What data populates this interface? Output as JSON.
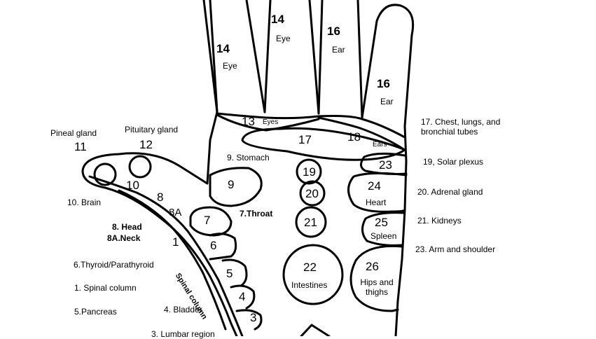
{
  "zones": {
    "z14a_num": "14",
    "z14a_name": "Eye",
    "z14b_num": "14",
    "z14b_name": "Eye",
    "z16a_num": "16",
    "z16a_name": "Ear",
    "z16b_num": "16",
    "z16b_name": "Ear",
    "z13_num": "13",
    "z13_name": "Eyes",
    "z17_num": "17",
    "z18_num": "18",
    "z18_name": "Ears",
    "z11_num": "11",
    "z12_num": "12",
    "z10_num": "10",
    "z8_num": "8",
    "z8a_num": "8A",
    "z9_num": "9",
    "z7_num": "7",
    "z1_num": "1",
    "spinal": "Spinal column",
    "z6_num": "6",
    "z5_num": "5",
    "z4_num": "4",
    "z3_num": "3",
    "z19_num": "19",
    "z20_num": "20",
    "z21_num": "21",
    "z22_num": "22",
    "z22_name": "Intestines",
    "z23_num": "23",
    "z24_num": "24",
    "z24_name": "Heart",
    "z25_num": "25",
    "z25_name": "Spleen",
    "z26_num": "26",
    "z26_name": "Hips and thighs"
  },
  "labels": {
    "pineal": "Pineal gland",
    "pituitary": "Pituitary gland",
    "brain": "10. Brain",
    "head": "8. Head",
    "neck": "8A.Neck",
    "thyroid": "6.Thyroid/Parathyroid",
    "spinal_column": "1. Spinal column",
    "pancreas": "5.Pancreas",
    "bladder": "4. Bladder",
    "lumbar": "3. Lumbar region",
    "stomach": "9. Stomach",
    "throat": "7.Throat",
    "chest": "17. Chest, lungs, and bronchial tubes",
    "solar": "19, Solar plexus",
    "adrenal": "20. Adrenal gland",
    "kidneys": "21.  Kidneys",
    "arm": "23. Arm and shoulder"
  }
}
